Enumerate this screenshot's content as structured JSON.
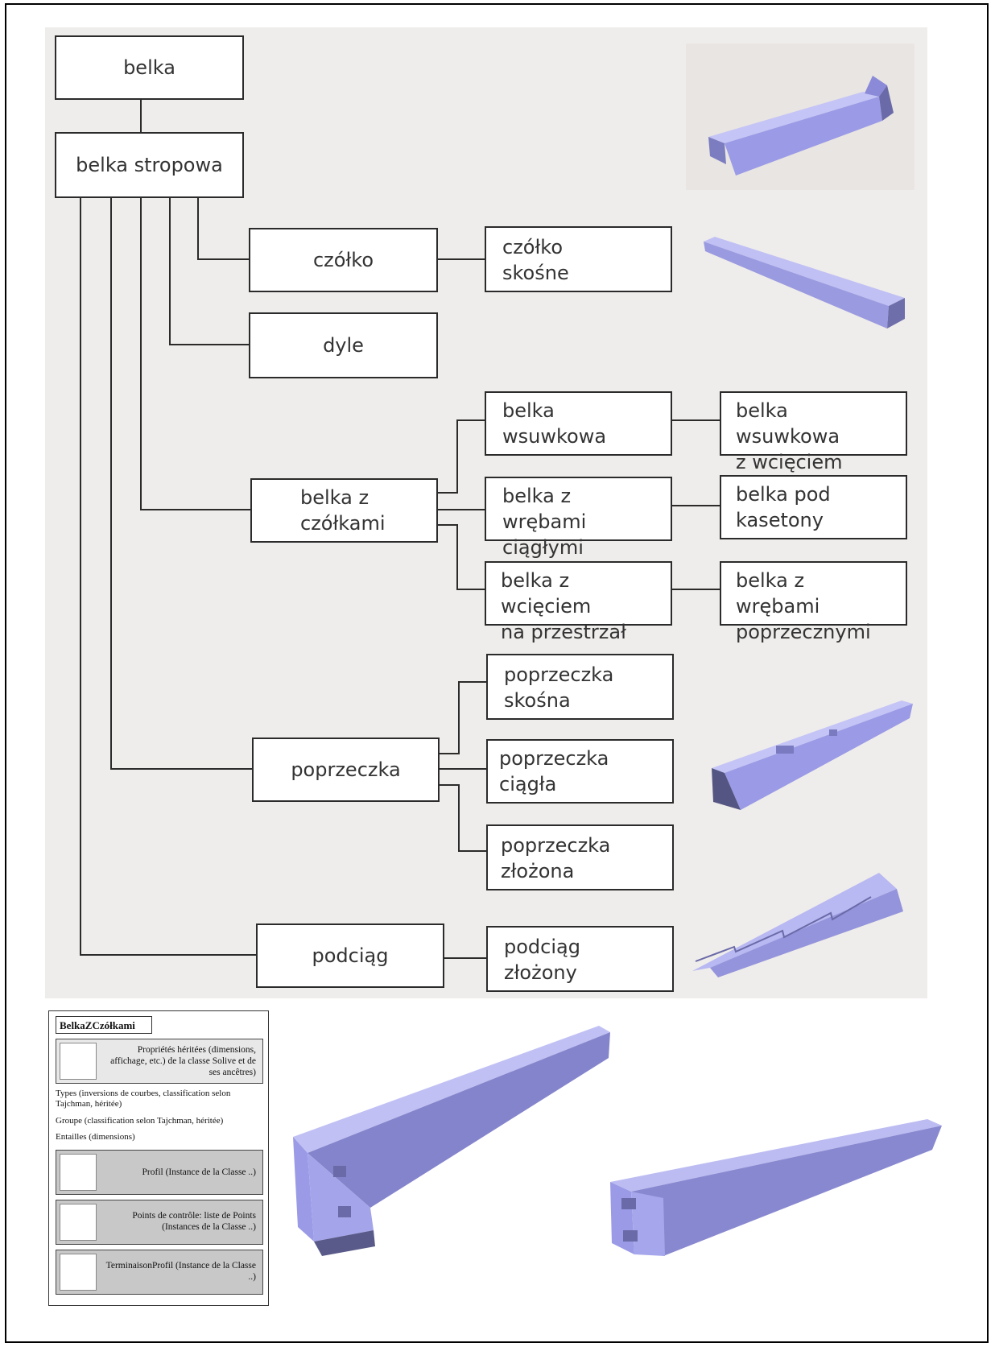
{
  "tree": {
    "belka": "belka",
    "belka_stropowa": "belka stropowa",
    "czolko": "czółko",
    "czolko_skosne": "czółko\nskośne",
    "dyle": "dyle",
    "belka_z_czolkami": "belka z\nczółkami",
    "belka_wsuwkowa": "belka\nwsuwkowa",
    "belka_wsuwkowa_z_wcieciem": "belka wsuwkowa\nz wcięciem",
    "belka_z_wrebami_ciaglymi": "belka z wrębami\nciągłymi",
    "belka_pod_kasetony": "belka pod\nkasetony",
    "belka_z_wcieciem_na_przestrzal": "belka z wcięciem\nna przestrzał",
    "belka_z_wrebami_poprzecznymi": "belka z wrębami\npoprzecznymi",
    "poprzeczka": "poprzeczka",
    "poprzeczka_skosna": "poprzeczka\nskośna",
    "poprzeczka_ciagla": "poprzeczka\nciągła",
    "poprzeczka_zlozona": "poprzeczka\nzłożona",
    "podciag": "podciąg",
    "podciag_zlozony": "podciąg\nzłożony"
  },
  "class_card": {
    "title": "BelkaZCzółkami",
    "inherited": "Propriétés héritées (dimensions, affichage, etc.) de la classe Solive et de ses ancêtres)",
    "types": "Types (inversions de courbes, classification selon Tajchman, héritée)",
    "groupe": "Groupe (classification selon Tajchman, héritée)",
    "entailles": "Entailles (dimensions)",
    "profil": "Profil (Instance de la Classe ..)",
    "points": "Points de contrôle: liste de Points (Instances de la Classe ..)",
    "terminaison": "TerminaisonProfil (Instance de la Classe ..)"
  },
  "colors": {
    "panel_bg": "#efedeb",
    "beam_top": "#b4b4f2",
    "beam_side": "#8888d8",
    "beam_dark": "#5a5a8a"
  },
  "icons": [
    "beam-render",
    "card-thumbnail"
  ]
}
